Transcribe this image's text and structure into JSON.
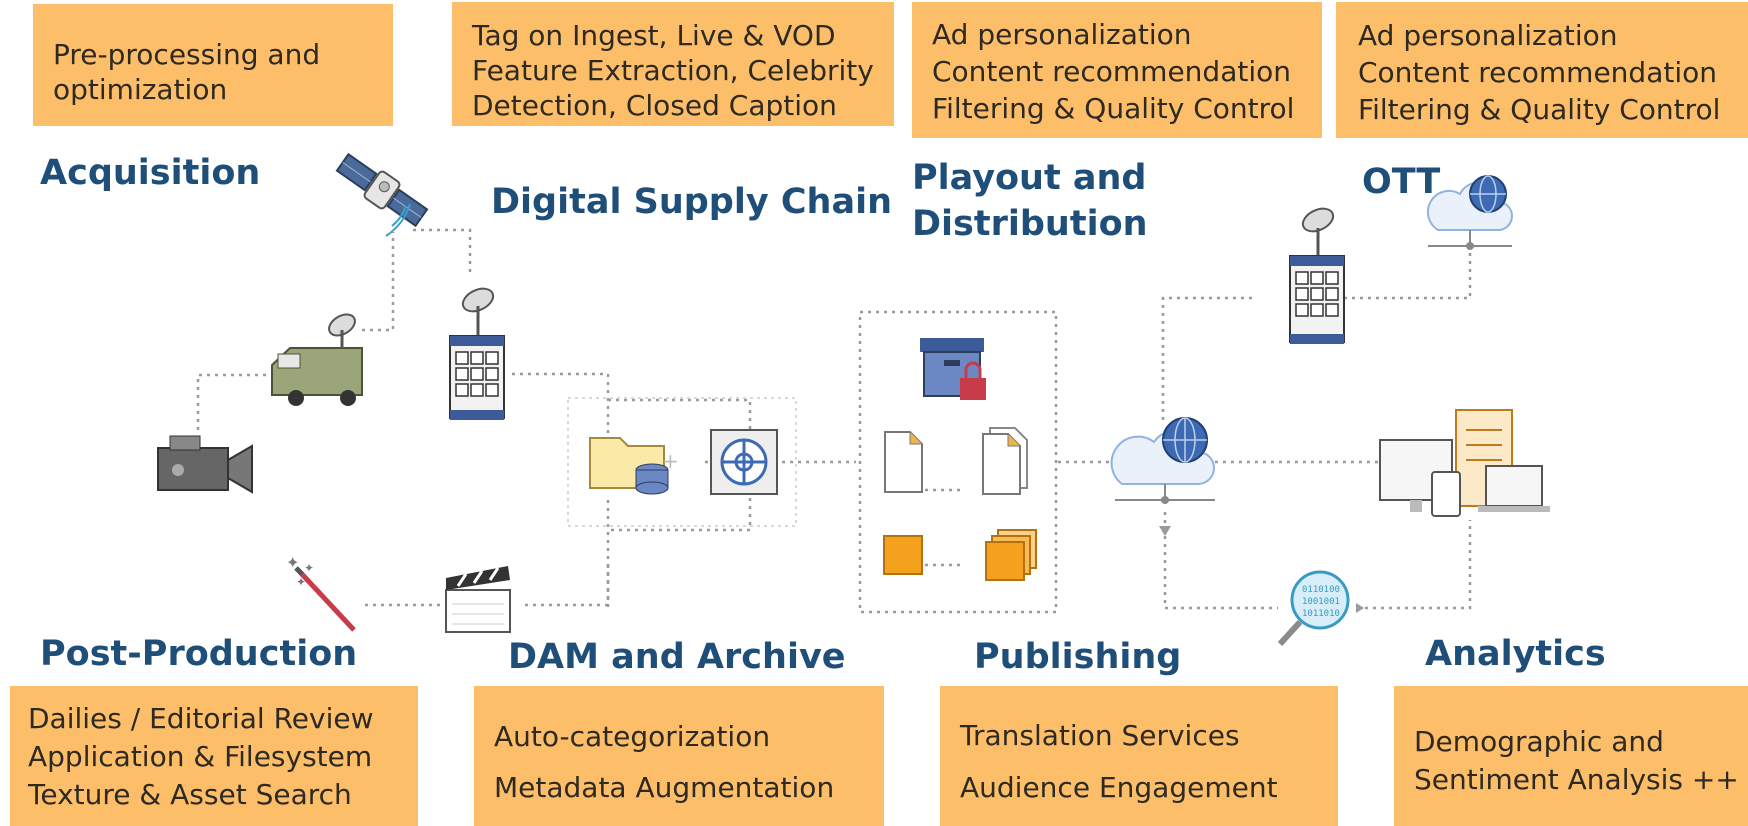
{
  "boxes": {
    "acquisition": [
      "Pre-processing and",
      "optimization"
    ],
    "supply_chain": [
      "Tag on Ingest, Live & VOD",
      "Feature Extraction, Celebrity",
      "Detection, Closed Caption"
    ],
    "playout": [
      "Ad personalization",
      "Content recommendation",
      "Filtering & Quality Control"
    ],
    "ott": [
      "Ad personalization",
      "Content recommendation",
      "Filtering & Quality Control"
    ],
    "post_production": [
      "Dailies / Editorial Review",
      "Application & Filesystem",
      "Texture & Asset Search"
    ],
    "dam": [
      "Auto-categorization",
      "Metadata Augmentation"
    ],
    "publishing": [
      "Translation Services",
      "Audience Engagement"
    ],
    "analytics": [
      "Demographic and",
      "Sentiment Analysis ++"
    ]
  },
  "titles": {
    "acquisition": "Acquisition",
    "supply_chain": "Digital Supply Chain",
    "playout_line1": "Playout and",
    "playout_line2": "Distribution",
    "ott": "OTT",
    "post_production": "Post-Production",
    "dam": "DAM and Archive",
    "publishing": "Publishing",
    "analytics": "Analytics"
  },
  "icons": [
    "satellite-icon",
    "broadcast-van-icon",
    "video-camera-icon",
    "broadcast-building-icon",
    "folder-database-icon",
    "vault-icon",
    "locked-archive-icon",
    "document-icon",
    "documents-icon",
    "orange-square-icon",
    "stacked-squares-icon",
    "cloud-globe-icon",
    "ott-building-icon",
    "ott-cloud-globe-icon",
    "devices-icon",
    "magic-wand-icon",
    "clapperboard-icon",
    "binary-magnifier-icon"
  ],
  "colors": {
    "box_fill": "#FDBE69",
    "title_color": "#1F4E79",
    "connector": "#9a9a9a"
  }
}
